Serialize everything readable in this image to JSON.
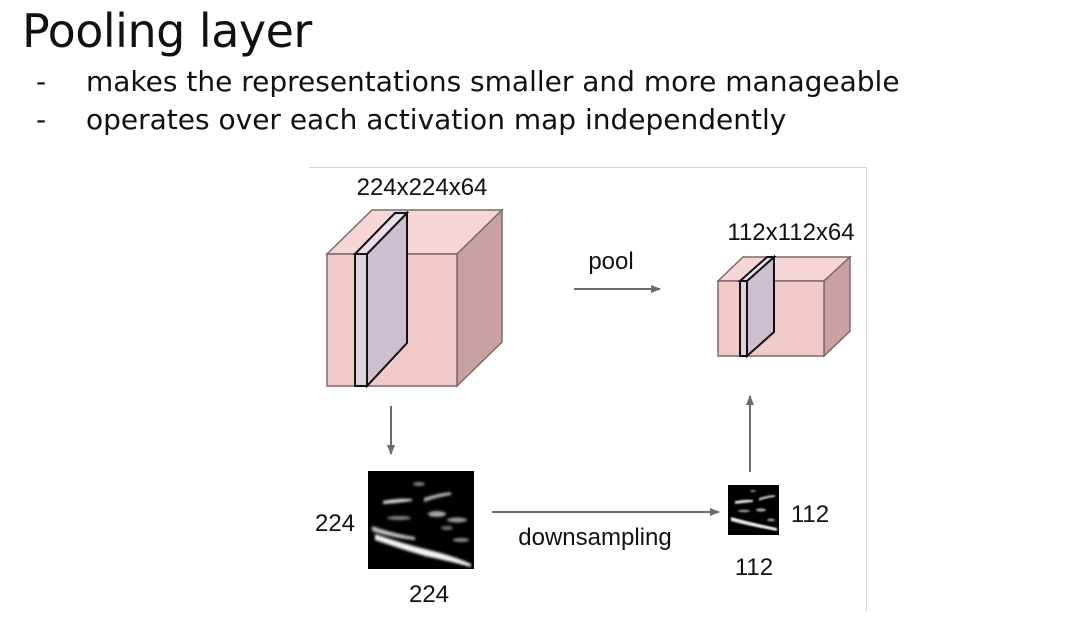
{
  "slide": {
    "title": "Pooling layer",
    "bullets": [
      {
        "marker": "-",
        "text": "makes the representations smaller and more manageable"
      },
      {
        "marker": "-",
        "text": "operates over each activation map independently"
      }
    ]
  },
  "diagram": {
    "input_volume_label": "224x224x64",
    "output_volume_label": "112x112x64",
    "pool_label": "pool",
    "downsampling_label": "downsampling",
    "input_map_height_label": "224",
    "input_map_width_label": "224",
    "output_map_height_label": "112",
    "output_map_width_label": "112",
    "colors": {
      "volume_front": "#f2c9c9",
      "volume_top": "#f6d6d6",
      "volume_side": "#c9a1a3",
      "volume_edge": "#7a6a6b",
      "slice_fill": "#cdbfd1",
      "arrow": "#6b6b6b"
    }
  }
}
